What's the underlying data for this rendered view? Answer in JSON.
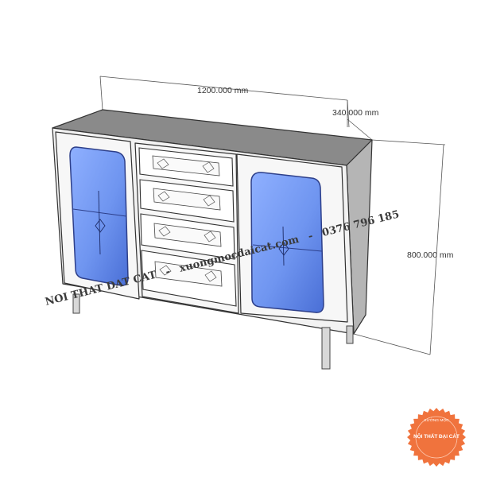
{
  "dimensions": {
    "width_label": "1200.000 mm",
    "depth_label": "340.000 mm",
    "height_label": "800.000 mm"
  },
  "watermark": {
    "brand": "NOI THAT DAT CAT",
    "site": "xuongmocdaicat.com",
    "phone": "0376 796 185",
    "separator": "-"
  },
  "logo": {
    "line1": "XƯỞNG MỘC",
    "line2": "NỘI THẤT ĐẠI CÁT"
  },
  "colors": {
    "glass": "#6f95f0",
    "glass_edge": "#2d3f8a",
    "top": "#8a8a8a",
    "side": "#b5b5b5",
    "front": "#f2f2f2",
    "logo": "#f0733d"
  }
}
